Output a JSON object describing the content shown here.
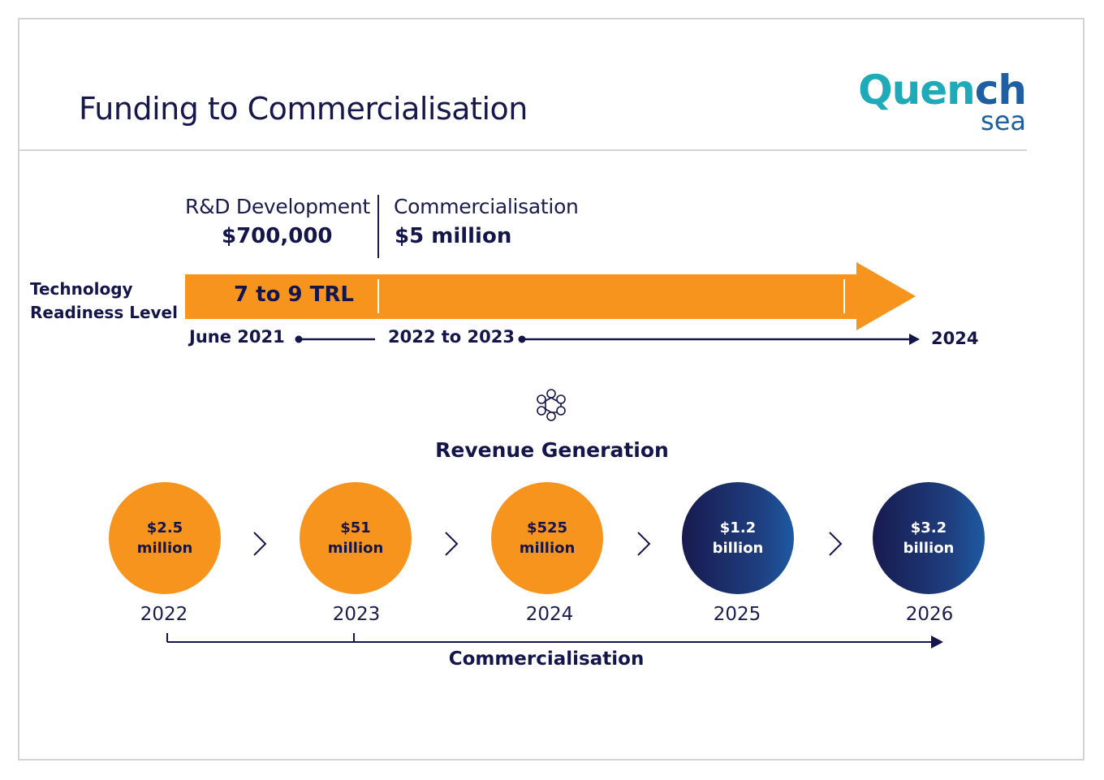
{
  "header": {
    "title": "Funding to Commercialisation",
    "logo_main_a": "Quen",
    "logo_main_b": "ch",
    "logo_sub": "sea"
  },
  "phases": [
    {
      "label": "R&D Development",
      "amount": "$700,000"
    },
    {
      "label": "Commercialisation",
      "amount": "$5 million"
    }
  ],
  "trl": {
    "row_label_line1": "Technology",
    "row_label_line2": "Readiness Level",
    "value": "7 to 9 TRL"
  },
  "timeline": {
    "start": "June 2021",
    "middle": "2022 to 2023",
    "end": "2024"
  },
  "revenue": {
    "heading": "Revenue Generation",
    "icon": "molecule-cluster-icon",
    "items": [
      {
        "amount": "$2.5",
        "unit": "million",
        "year": "2022",
        "style": "orange"
      },
      {
        "amount": "$51",
        "unit": "million",
        "year": "2023",
        "style": "orange"
      },
      {
        "amount": "$525",
        "unit": "million",
        "year": "2024",
        "style": "orange"
      },
      {
        "amount": "$1.2",
        "unit": "billion",
        "year": "2025",
        "style": "navy"
      },
      {
        "amount": "$3.2",
        "unit": "billion",
        "year": "2026",
        "style": "navy"
      }
    ],
    "axis_label": "Commercialisation"
  },
  "colors": {
    "orange": "#f7941d",
    "navy": "#14154a",
    "teal": "#1faab9",
    "blue": "#1d5fa0"
  }
}
